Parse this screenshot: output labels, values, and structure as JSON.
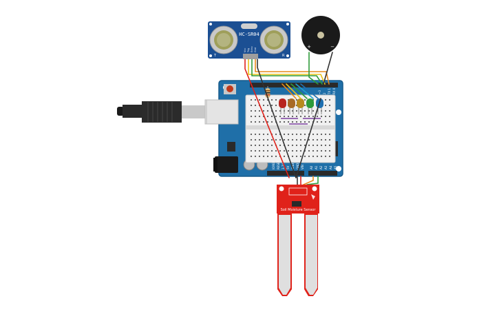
{
  "sensor": {
    "model": "HC-SR04",
    "pin_vcc": "Vcc",
    "pin_trig": "Trig",
    "pin_echo": "Echo",
    "pin_gnd": "Gnd",
    "left_mark": "T",
    "right_mark": "R"
  },
  "buzzer": {
    "plus": "+",
    "minus": "−"
  },
  "soil": {
    "label": "Soil Moisture Sensor"
  },
  "arduino": {
    "digital_pins": [
      "~3",
      "2",
      "TX 1",
      "RX 0"
    ],
    "analog_pins": [
      "A0",
      "A1",
      "A2",
      "A3",
      "A4",
      "A5"
    ],
    "power_pins": [
      "IOREF",
      "RESET",
      "3.3V",
      "5V",
      "GND",
      "GND",
      "VIN"
    ]
  },
  "colors": {
    "arduino_blue": "#1f6fa8",
    "sensor_blue": "#1b4f93",
    "soil_red": "#e0221a",
    "led_colors": [
      "#b8241e",
      "#b06a1e",
      "#c08b1a",
      "#2e9b3a",
      "#1d6fb0"
    ],
    "wire_red": "#e0221a",
    "wire_black": "#333333",
    "wire_green": "#2e9b3a",
    "wire_orange": "#e98a1a",
    "wire_yellow": "#e8c21a"
  },
  "icons": [
    "usb-cable",
    "breadboard",
    "resistor",
    "led",
    "buzzer",
    "ultrasonic-sensor",
    "soil-probe"
  ]
}
